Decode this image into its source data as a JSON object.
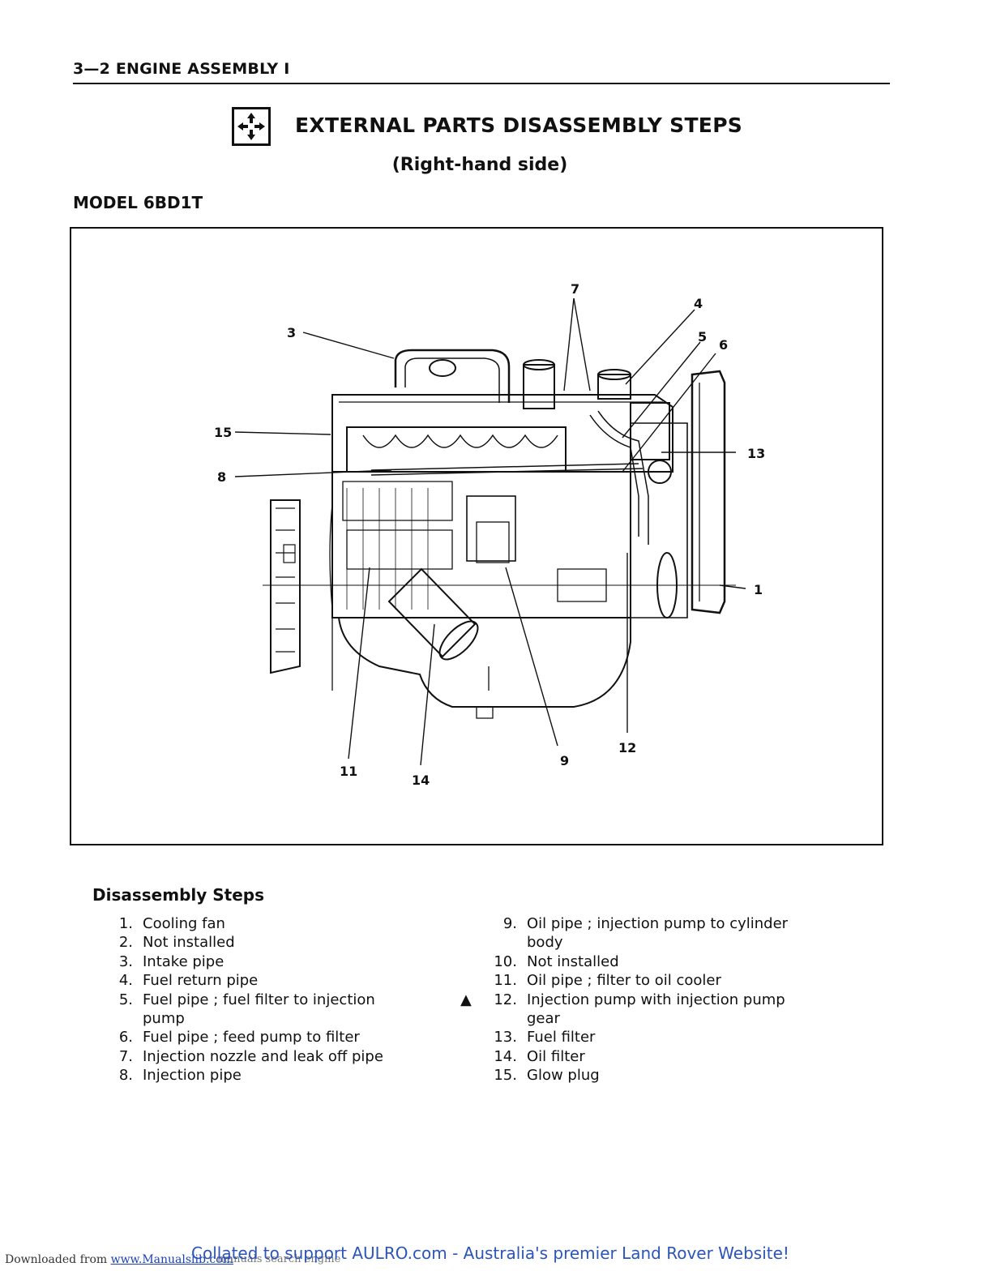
{
  "header": {
    "section": "3—2 ENGINE ASSEMBLY I"
  },
  "title": "EXTERNAL PARTS DISASSEMBLY STEPS",
  "subtitle": "(Right-hand side)",
  "model": "MODEL 6BD1T",
  "figure": {
    "callouts": [
      "1",
      "3",
      "4",
      "5",
      "6",
      "7",
      "8",
      "9",
      "11",
      "12",
      "13",
      "14",
      "15"
    ]
  },
  "steps": {
    "heading": "Disassembly Steps",
    "left": [
      {
        "num": "1.",
        "text": "Cooling fan"
      },
      {
        "num": "2.",
        "text": "Not installed"
      },
      {
        "num": "3.",
        "text": "Intake pipe"
      },
      {
        "num": "4.",
        "text": "Fuel return pipe"
      },
      {
        "num": "5.",
        "text": "Fuel pipe ; fuel filter to injection",
        "cont": "pump"
      },
      {
        "num": "6.",
        "text": "Fuel pipe ; feed pump to filter"
      },
      {
        "num": "7.",
        "text": "Injection nozzle and leak off pipe"
      },
      {
        "num": "8.",
        "text": "Injection pipe"
      }
    ],
    "right": [
      {
        "num": "9.",
        "text": "Oil pipe ; injection pump to cylinder",
        "cont": "body"
      },
      {
        "num": "10.",
        "text": "Not installed"
      },
      {
        "num": "11.",
        "text": "Oil pipe ; filter to oil cooler"
      },
      {
        "num": "12.",
        "text": "Injection pump with injection pump",
        "cont": "gear",
        "mark": "▲"
      },
      {
        "num": "13.",
        "text": "Fuel filter"
      },
      {
        "num": "14.",
        "text": "Oil filter"
      },
      {
        "num": "15.",
        "text": "Glow plug"
      }
    ]
  },
  "footer": {
    "downloaded": "Downloaded from ",
    "site": "www.Manualslib.com",
    "faint": " manuals search engine",
    "aulro": "Collated to support AULRO.com - Australia's premier Land Rover Website!"
  }
}
